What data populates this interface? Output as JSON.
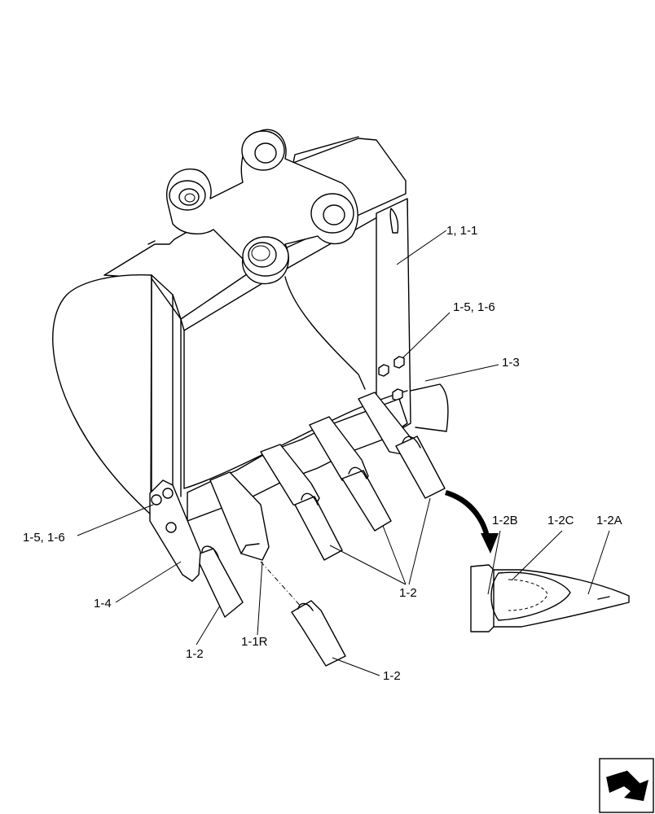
{
  "labels": {
    "bucket": "1, 1-1",
    "hardware_upper": "1-5, 1-6",
    "side_cutter": "1-3",
    "hardware_left": "1-5, 1-6",
    "side_plate": "1-4",
    "tooth_left": "1-2",
    "adapter_right": "1-1R",
    "tooth_lower": "1-2",
    "teeth_group": "1-2",
    "detail_adapter": "1-2B",
    "detail_pin": "1-2C",
    "detail_tooth": "1-2A"
  },
  "nav_icon": "next-page-arrow-icon"
}
